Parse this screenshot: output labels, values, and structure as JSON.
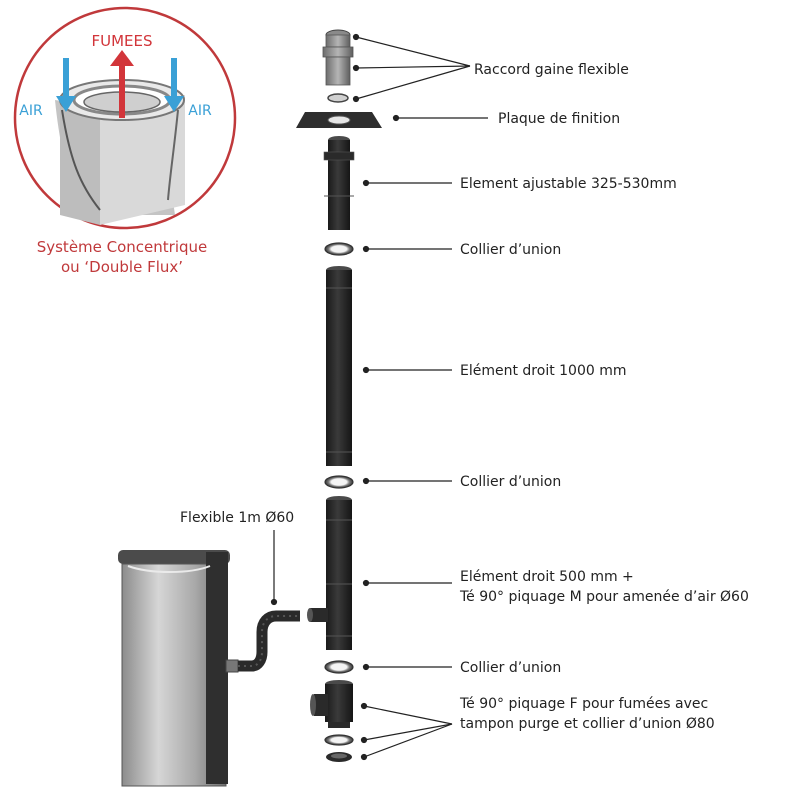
{
  "inset": {
    "fumees": "FUMEES",
    "air_left": "AIR",
    "air_right": "AIR",
    "caption_line1": "Système Concentrique",
    "caption_line2": "ou ‘Double Flux’",
    "colors": {
      "circle": "#c0393b",
      "fumees": "#d2353a",
      "air": "#3aa0d6"
    }
  },
  "labels": {
    "raccord": "Raccord gaine flexible",
    "plaque": "Plaque de finition",
    "ajustable": "Element ajustable 325-530mm",
    "collier1": "Collier d’union",
    "droit1000": "Elément droit 1000 mm",
    "collier2": "Collier d’union",
    "flexible": "Flexible 1m Ø60",
    "droit500_line1": "Elément droit 500 mm +",
    "droit500_line2": "Té 90° piquage M pour amenée d’air Ø60",
    "collier3": "Collier d’union",
    "te_line1": "Té 90° piquage F pour fumées avec",
    "te_line2": "tampon purge et collier d’union Ø80"
  },
  "colors": {
    "pipe": "#2b2b2b",
    "stove": "#b8b8b8",
    "text": "#222222"
  }
}
